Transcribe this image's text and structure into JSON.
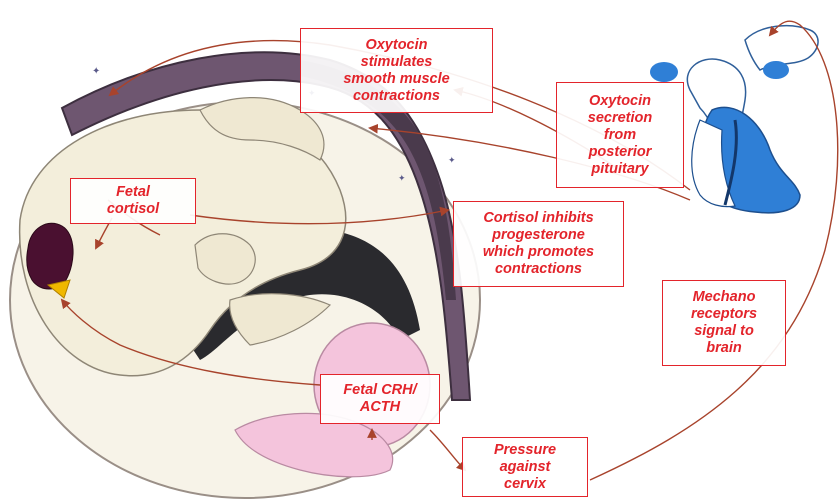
{
  "diagram": {
    "labels": {
      "oxytocin_stimulates": [
        "Oxytocin",
        "stimulates",
        "smooth muscle",
        "contractions"
      ],
      "oxytocin_secretion": [
        "Oxytocin",
        "secretion",
        "from",
        "posterior",
        "pituitary"
      ],
      "fetal_cortisol": [
        "Fetal",
        "cortisol"
      ],
      "cortisol_inhibits": [
        "Cortisol inhibits",
        "progesterone",
        "which promotes",
        "contractions"
      ],
      "mechano_receptors": [
        "Mechano",
        "receptors",
        "signal to",
        "brain"
      ],
      "fetal_crh_acth": [
        "Fetal CRH/",
        "ACTH"
      ],
      "pressure_cervix": [
        "Pressure",
        "against",
        "cervix"
      ]
    },
    "colors": {
      "label_text": "#e3242b",
      "label_border": "#e3242b",
      "arrow": "#a8432c",
      "uterine_wall": "#6e5670",
      "uterine_wall_dark": "#4a3a4c",
      "fetus_skin": "#f3eedb",
      "placenta_pink": "#f4c4dc",
      "pituitary_blue": "#2f7fd6",
      "pituitary_light": "#6fb1ee",
      "adrenal_dark": "#4a1030",
      "adrenal_yellow": "#f0b800"
    }
  }
}
